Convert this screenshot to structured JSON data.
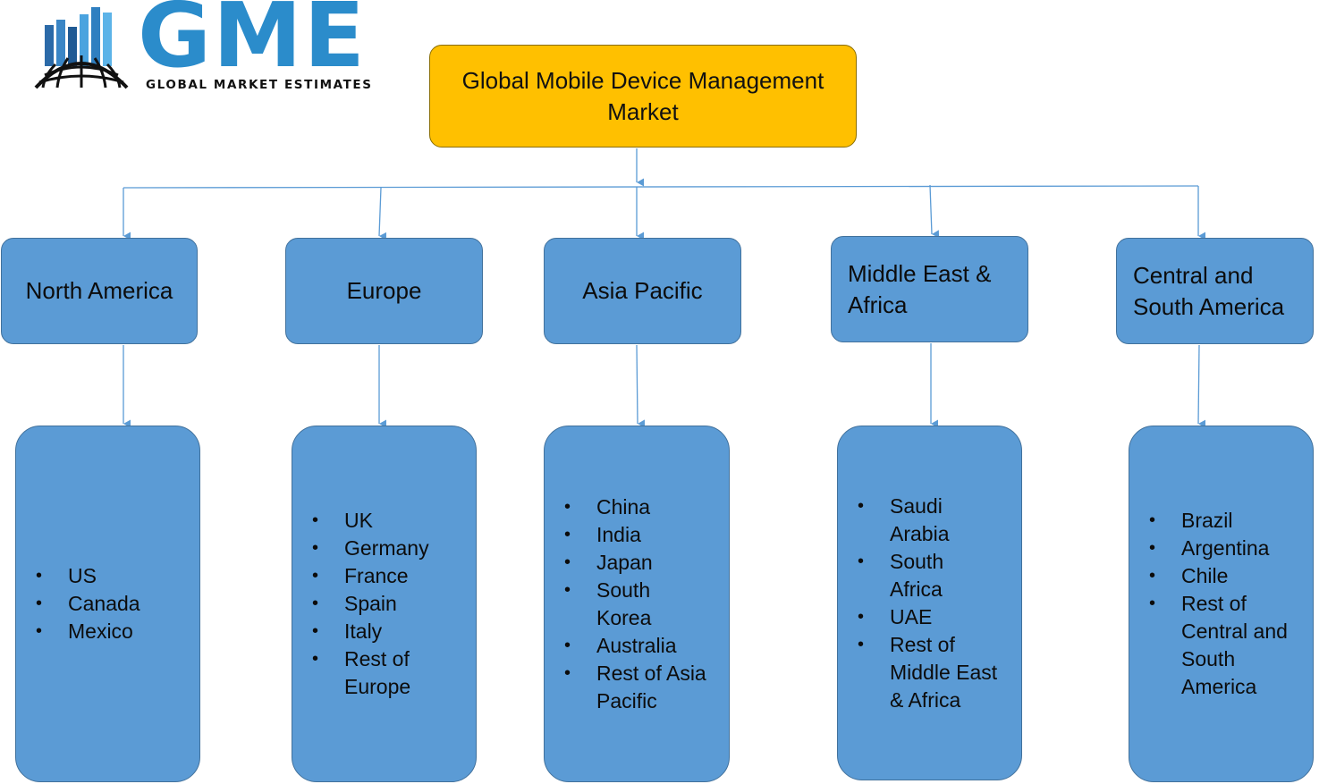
{
  "logo": {
    "main": "GME",
    "sub": "GLOBAL MARKET ESTIMATES",
    "brand_color": "#2b8ccb"
  },
  "diagram": {
    "title": "Global Mobile Device Management Market",
    "title_color": "#ffc000",
    "box_color": "#5b9bd5",
    "connector_color": "#5b9bd5",
    "regions": [
      {
        "name": "North America",
        "items": [
          "US",
          "Canada",
          "Mexico"
        ]
      },
      {
        "name": "Europe",
        "items": [
          "UK",
          "Germany",
          "France",
          "Spain",
          "Italy",
          "Rest of Europe"
        ]
      },
      {
        "name": "Asia Pacific",
        "items": [
          "China",
          "India",
          "Japan",
          "South Korea",
          "Australia",
          "Rest of Asia Pacific"
        ]
      },
      {
        "name": "Middle East & Africa",
        "items": [
          "Saudi Arabia",
          "South Africa",
          "UAE",
          "Rest of Middle East & Africa"
        ]
      },
      {
        "name": "Central and South America",
        "items": [
          "Brazil",
          "Argentina",
          "Chile",
          "Rest of Central and South America"
        ]
      }
    ]
  }
}
